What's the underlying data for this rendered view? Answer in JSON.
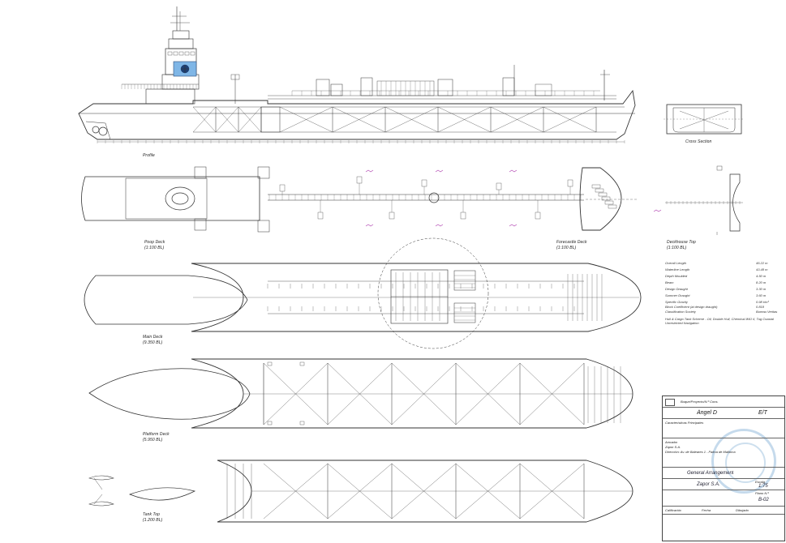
{
  "view_labels": {
    "profile": {
      "title": "Profile",
      "scale": ""
    },
    "poop_deck": {
      "title": "Poop Deck",
      "scale": "(1:100 BL)"
    },
    "forecastle_deck": {
      "title": "Forecastle Deck",
      "scale": "(1:100 BL)"
    },
    "deckhouse_top": {
      "title": "Deckhouse Top",
      "scale": "(1:100 BL)"
    },
    "cross_section": {
      "title": "Cross Section",
      "scale": ""
    },
    "main_deck": {
      "title": "Main Deck",
      "scale": "(9.350 BL)"
    },
    "platform_deck": {
      "title": "Platform Deck",
      "scale": "(5.950 BL)"
    },
    "tank_top": {
      "title": "Tank Top",
      "scale": "(1.200 BL)"
    }
  },
  "specs": [
    {
      "label": "Overall Length",
      "value": "45.22 m"
    },
    {
      "label": "Waterline Length",
      "value": "43.48 m"
    },
    {
      "label": "Depth Moulded",
      "value": "4.50 m"
    },
    {
      "label": "Beam",
      "value": "8.20 m"
    },
    {
      "label": "Design Draught",
      "value": "3.30 m"
    },
    {
      "label": "Summer Draught",
      "value": "3.60 m"
    },
    {
      "label": "Specific Gravity",
      "value": "0.98 t/m³"
    },
    {
      "label": "Block Coefficient (at design draught)",
      "value": "0.818"
    },
    {
      "label": "Classification Society",
      "value": "Bureau Veritas"
    }
  ],
  "note": "Hull & Cargo Tank Scheme - Oil, Double Hull, Chemical IMO II, Tug Coastal Unrestricted Navigation",
  "title_block": {
    "logo_text": "",
    "header_left": "Buque/Proyecto/N.º Cons.",
    "vessel_name": "Ángel D",
    "vessel_type": "E/T",
    "characteristics": "Características Principales",
    "owner_label": "Armador",
    "owner": "Zapor S.A.",
    "owner_address": "Dirección: Av. de Baleares 1 - Palma de Mallorca",
    "drawing_title": "General Arrangement",
    "company": "Zapor S.A.",
    "scale_label": "Escala",
    "scale": "1:75",
    "drawing_no_label": "Plano N.º",
    "drawing_no": "B-02",
    "foot_left": "Calificación",
    "foot_mid": "Fecha",
    "foot_right": "Dibujado"
  }
}
